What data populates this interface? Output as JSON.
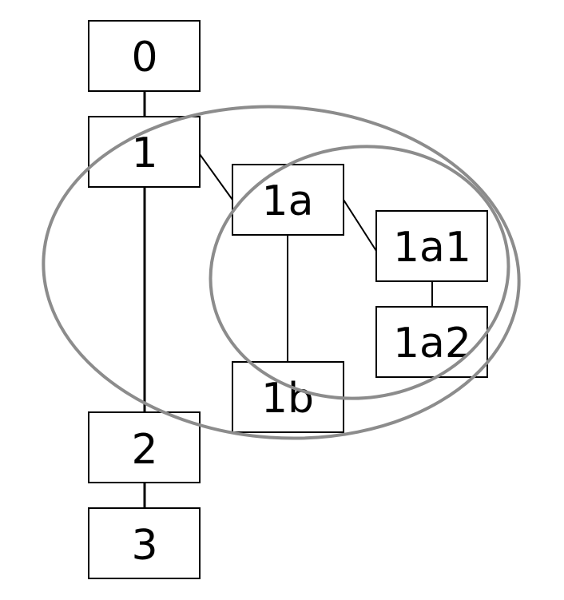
{
  "diagram": {
    "nodes": {
      "n0": "0",
      "n1": "1",
      "n1a": "1a",
      "n1a1": "1a1",
      "n1a2": "1a2",
      "n1b": "1b",
      "n2": "2",
      "n3": "3"
    },
    "edges": [
      [
        "0",
        "1"
      ],
      [
        "1",
        "2"
      ],
      [
        "2",
        "3"
      ],
      [
        "1",
        "1a"
      ],
      [
        "1a",
        "1b"
      ],
      [
        "1a",
        "1a1"
      ],
      [
        "1a1",
        "1a2"
      ]
    ],
    "groups": [
      {
        "members": [
          "1",
          "1a",
          "1a1",
          "1a2",
          "1b"
        ]
      },
      {
        "members": [
          "1a",
          "1a1",
          "1a2"
        ]
      }
    ],
    "colors": {
      "group_outline": "#8c8c8c",
      "node_border": "#000000",
      "edge": "#000000"
    }
  }
}
